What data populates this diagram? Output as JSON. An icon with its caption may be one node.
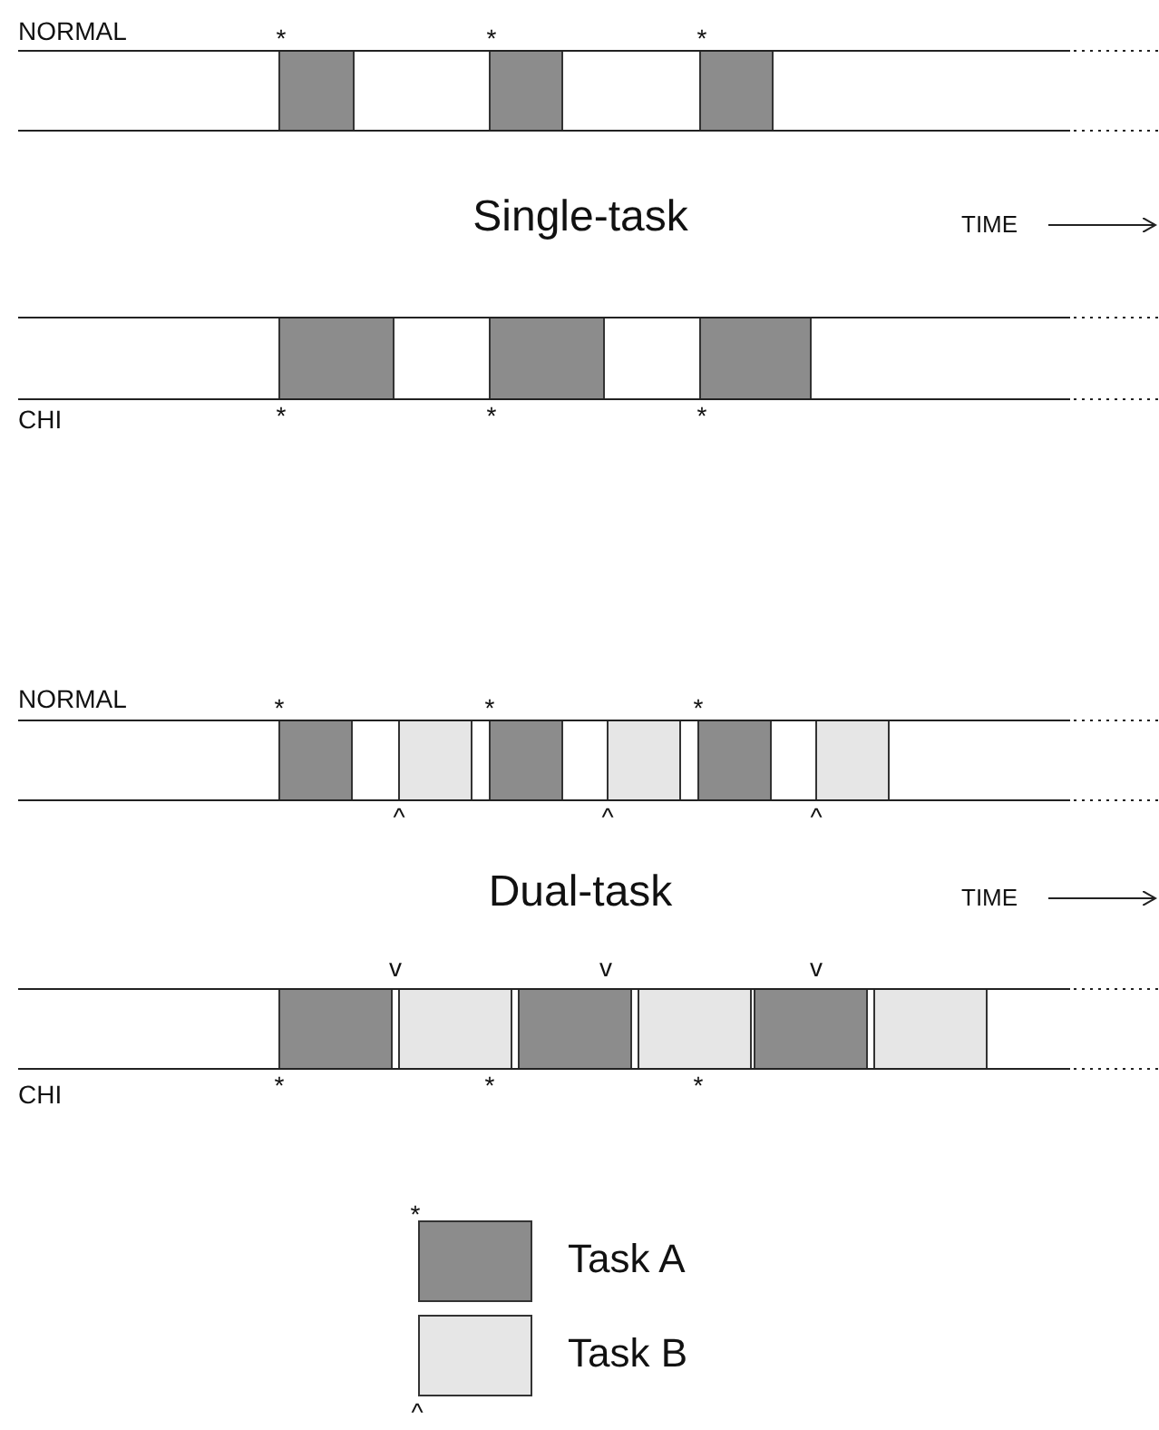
{
  "diagram": {
    "labels": [
      "NORMAL",
      "*",
      "*",
      "*",
      "Single-task",
      "TIME",
      "CHI",
      "*",
      "*",
      "*",
      "NORMAL",
      "*",
      "*",
      "*",
      "^",
      "^",
      "^",
      "Dual-task",
      "TIME",
      "v",
      "v",
      "v",
      "CHI",
      "*",
      "*",
      "*",
      "*",
      "^"
    ],
    "legend": [
      {
        "text": "Task A",
        "color": "#8c8c8c"
      },
      {
        "text": "Task B",
        "color": "#e6e6e6"
      }
    ]
  }
}
